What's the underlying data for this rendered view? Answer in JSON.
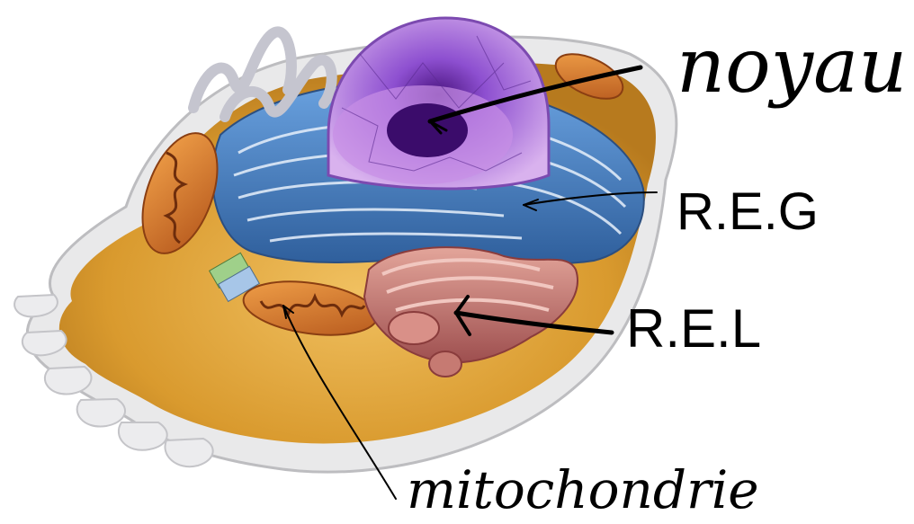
{
  "labels": {
    "noyau": "noyau",
    "reg": "R.E.G",
    "rel": "R.E.L",
    "mitochondrie": "mitochondrie"
  },
  "colors": {
    "membrane": "#e9e9ea",
    "cytoplasm": "#e0a63a",
    "er": "#4d86c9",
    "nucleus": "#a66bd6",
    "golgi": "#c97b7b",
    "mitochondria": "#d9843a",
    "annotation": "#000000"
  }
}
